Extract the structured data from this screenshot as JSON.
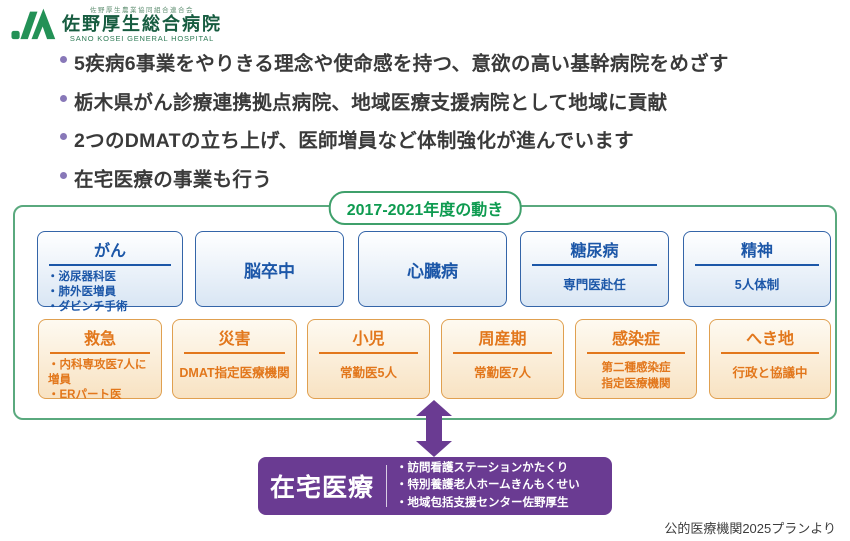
{
  "logo": {
    "association": "佐野厚生農業協同組合連合会",
    "hospital_name": "佐野厚生総合病院",
    "hospital_name_en": "SANO KOSEI GENERAL HOSPITAL"
  },
  "intro_bullets": [
    "5疾病6事業をやりきる理念や使命感を持つ、意欲の高い基幹病院をめざす",
    "栃木県がん診療連携拠点病院、地域医療支援病院として地域に貢献",
    "2つのDMATの立ち上げ、医師増員など体制強化が進んでいます",
    "在宅医療の事業も行う"
  ],
  "timeline": {
    "title": "2017-2021年度の動き",
    "disease_row": [
      {
        "title": "がん",
        "items": [
          "・泌尿器科医",
          "・肺外医増員",
          "・ダビンチ手術"
        ]
      },
      {
        "title": "脳卒中",
        "items": []
      },
      {
        "title": "心臓病",
        "items": []
      },
      {
        "title": "糖尿病",
        "items": [
          "専門医赴任"
        ]
      },
      {
        "title": "精神",
        "items": [
          "5人体制"
        ]
      }
    ],
    "service_row": [
      {
        "title": "救急",
        "items": [
          "・内科専攻医7人に増員",
          "・ERパート医"
        ]
      },
      {
        "title": "災害",
        "items": [
          "DMAT指定医療機関"
        ]
      },
      {
        "title": "小児",
        "items": [
          "常勤医5人"
        ]
      },
      {
        "title": "周産期",
        "items": [
          "常勤医7人"
        ]
      },
      {
        "title": "感染症",
        "items": [
          "第二種感染症",
          "指定医療機関"
        ]
      },
      {
        "title": "へき地",
        "items": [
          "行政と協議中"
        ]
      }
    ]
  },
  "home_care": {
    "label": "在宅医療",
    "items": [
      "・訪問看護ステーションかたくり",
      "・特別養護老人ホームきんもくせい",
      "・地域包括支援センター佐野厚生"
    ]
  },
  "footnote": "公的医療機関2025プランより",
  "colors": {
    "green_border": "#5aa97e",
    "green_text": "#0e9b50",
    "blue_border": "#3465a8",
    "blue_text": "#1c57a8",
    "orange_border": "#e0a050",
    "orange_text": "#e2771c",
    "purple": "#6a3b92",
    "bullet_purple": "#8878b8",
    "logo_green": "#239156"
  }
}
